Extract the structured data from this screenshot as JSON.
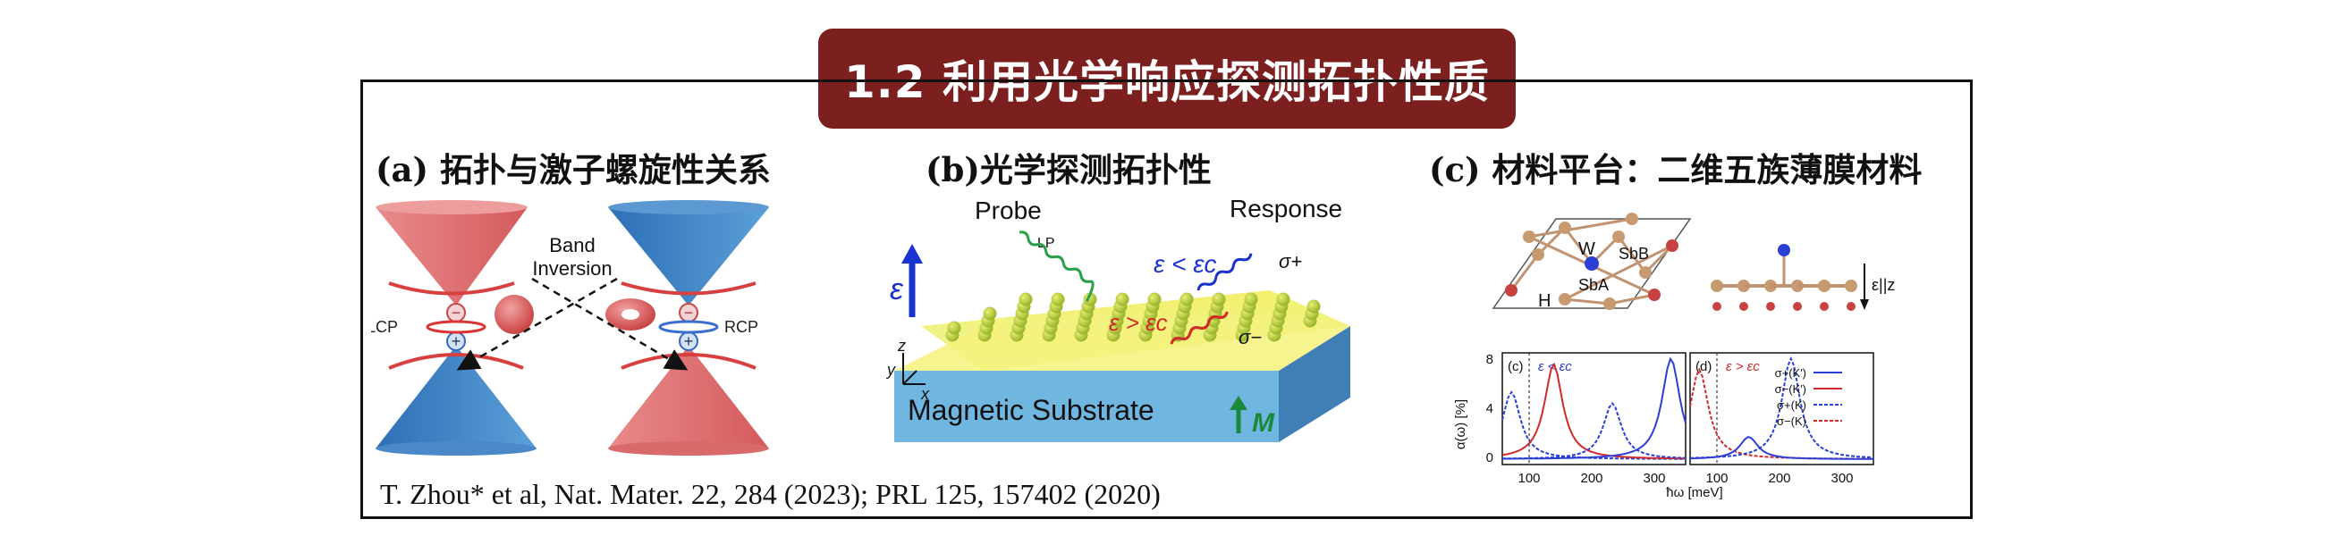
{
  "banner": {
    "title": "1.2 利用光学响应探测拓扑性质"
  },
  "panel_a": {
    "title": "(a) 拓扑与激子螺旋性关系",
    "band_label_1": "Band",
    "band_label_2": "Inversion",
    "lcp": "LCP",
    "rcp": "RCP",
    "minus": "−",
    "plus": "+"
  },
  "panel_b": {
    "title": "(b)光学探测拓扑性",
    "probe": "Probe",
    "response": "Response",
    "lp": "LP",
    "eps": "ε",
    "cond_lt": "ε < εc",
    "cond_gt": "ε > εc",
    "sigma_plus": "σ+",
    "sigma_minus": "σ−",
    "substrate": "Magnetic Substrate",
    "m": "M",
    "ax_z": "z",
    "ax_y": "y",
    "ax_x": "x"
  },
  "panel_c": {
    "title": "(c) 材料平台：二维五族薄膜材料",
    "w": "W",
    "sbb": "SbB",
    "sba": "SbA",
    "h": "H",
    "field": "ε||z",
    "plot_c_tag": "(c)",
    "plot_d_tag": "(d)",
    "plot_c_cond": "ε < εc",
    "plot_d_cond": "ε > εc",
    "ylabel": "α(ω) [%]",
    "xlabel": "ħω [meV]",
    "yticks": [
      "8",
      "4",
      "0"
    ],
    "xticks_c": [
      "100",
      "200",
      "300"
    ],
    "xticks_d": [
      "100",
      "200",
      "300"
    ],
    "legend": [
      "σ+(K′)",
      "σ−(K′)",
      "σ+(K)",
      "σ−(K)"
    ]
  },
  "citation": "T. Zhou* et al, Nat. Mater. 22, 284 (2023); PRL 125, 157402 (2020)",
  "colors": {
    "banner": "#7b1f1f",
    "red": "#e0403a",
    "blue": "#2a3fd6",
    "cone_red": "#e0666a",
    "cone_blue": "#3a7fc4"
  }
}
